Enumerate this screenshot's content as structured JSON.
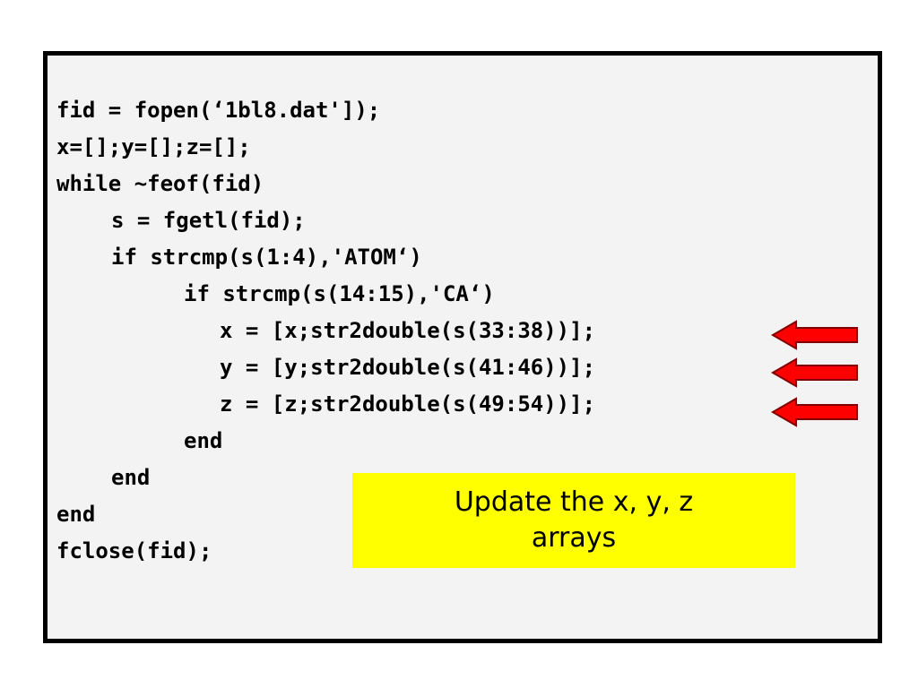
{
  "code": {
    "lines": [
      "fid = fopen(‘1bl8.dat']);",
      "x=[];y=[];z=[];",
      "while ~feof(fid)",
      "s = fgetl(fid);",
      "if strcmp(s(1:4),'ATOM‘)",
      "if strcmp(s(14:15),'CA‘)",
      "x = [x;str2double(s(33:38))];",
      "y = [y;str2double(s(41:46))];",
      "z = [z;str2double(s(49:54))];",
      "end",
      "end",
      "end",
      "fclose(fid);"
    ]
  },
  "callout": {
    "line1": "Update the x, y, z",
    "line2": "arrays"
  },
  "colors": {
    "panel_background": "#f3f3f3",
    "panel_border": "#000000",
    "callout_background": "#ffff00",
    "arrow_fill": "#ff0000",
    "arrow_stroke": "#800000"
  },
  "icons": {
    "arrows": [
      "left-arrow-icon",
      "left-arrow-icon",
      "left-arrow-icon"
    ]
  }
}
